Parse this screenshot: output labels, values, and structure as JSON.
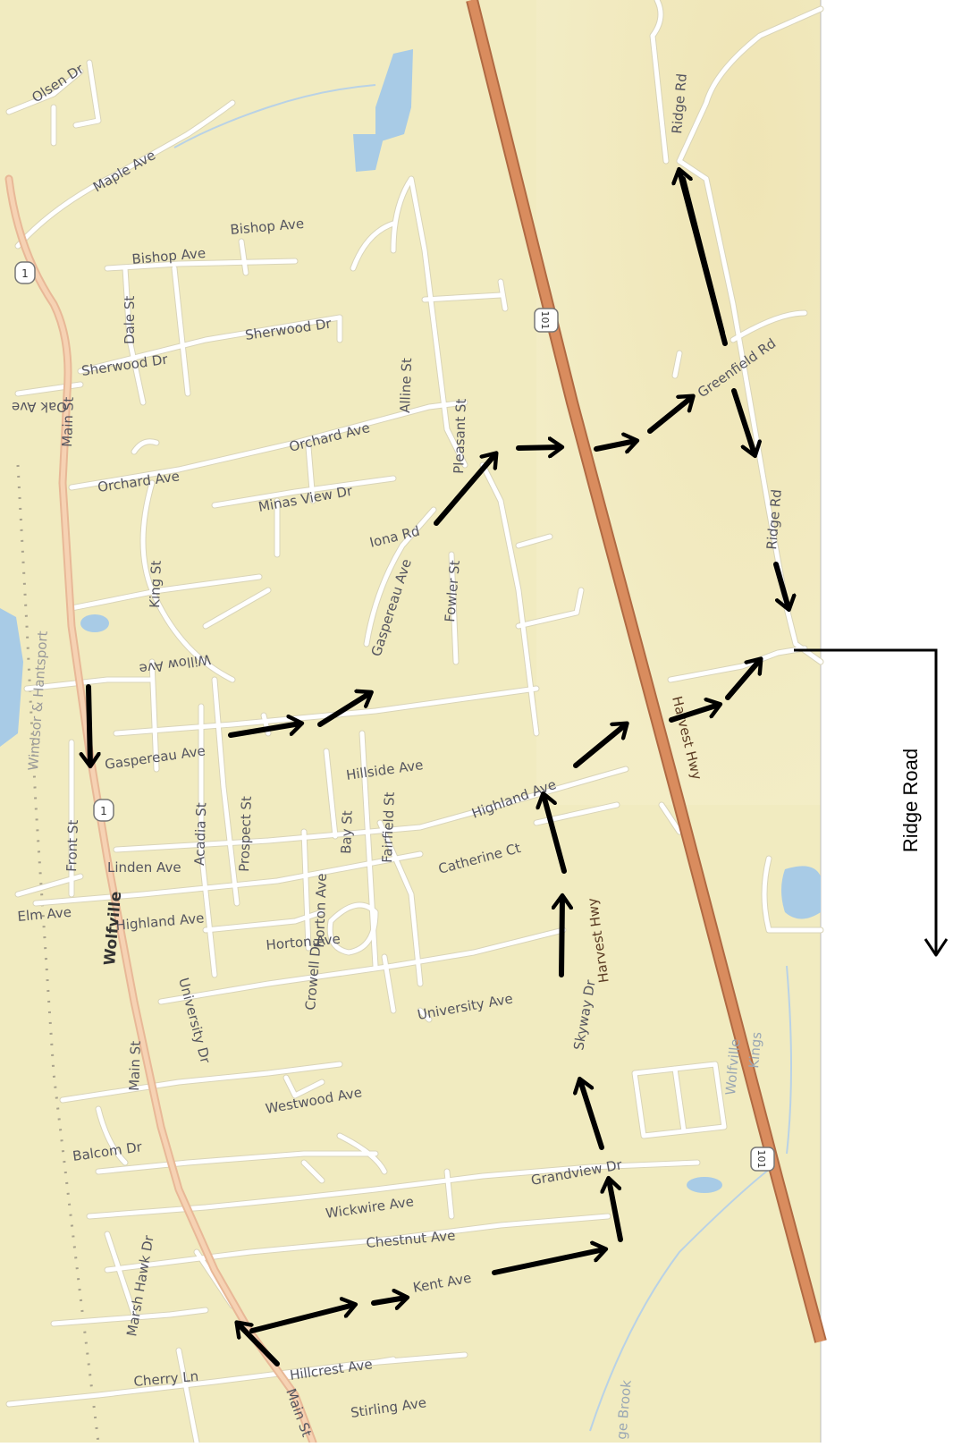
{
  "map": {
    "town": "Wolfville",
    "highways": {
      "main": "Harvest Hwy",
      "shield_101": "101",
      "shield_1": "1"
    },
    "streets": {
      "olsen": "Olsen Dr",
      "maple": "Maple Ave",
      "bishop1": "Bishop Ave",
      "bishop2": "Bishop Ave",
      "dale": "Dale St",
      "sherwood1": "Sherwood Dr",
      "sherwood2": "Sherwood Dr",
      "oak": "Oak Ave",
      "main1": "Main St",
      "main2": "Main St",
      "main3": "Main St",
      "orchard1": "Orchard Ave",
      "orchard2": "Orchard Ave",
      "minas": "Minas View Dr",
      "alline": "Alline St",
      "pleasant": "Pleasant St",
      "iona": "Iona Rd",
      "king": "King St",
      "gaspereau1": "Gaspereau Ave",
      "gaspereau2": "Gaspereau Ave",
      "fowler": "Fowler St",
      "willow": "Willow Ave",
      "windsor": "Windsor & Hantsport",
      "hillside": "Hillside Ave",
      "front": "Front St",
      "linden": "Linden Ave",
      "acadia": "Acadia St",
      "prospect": "Prospect St",
      "bay": "Bay St",
      "fairfield": "Fairfield St",
      "highland1": "Highland Ave",
      "highland2": "Highland Ave",
      "catherine": "Catherine Ct",
      "elm": "Elm Ave",
      "horton": "Horton Ave",
      "crowell": "Crowell Dr",
      "university_dr": "University Dr",
      "university_ave": "University Ave",
      "skyway": "Skyway Dr",
      "westwood": "Westwood Ave",
      "balcom": "Balcom Dr",
      "grandview": "Grandview Dr",
      "wickwire": "Wickwire Ave",
      "chestnut": "Chestnut Ave",
      "marsh": "Marsh Hawk Dr",
      "kent": "Kent Ave",
      "cherry": "Cherry Ln",
      "hillcrest": "Hillcrest Ave",
      "stirling": "Stirling Ave",
      "ridge1": "Ridge Rd",
      "ridge2": "Ridge Rd",
      "greenfield": "Greenfield Rd",
      "wolfville_kings": "Wolfville",
      "kings": "Kings",
      "brook": "ge Brook"
    }
  },
  "annotation": {
    "side_label": "Ridge Road"
  },
  "colors": {
    "land": "#f1ebc0",
    "water": "#a8cbe6",
    "highway_fill": "#d98c5e",
    "main_st": "#f4c9a6",
    "route": "#000000"
  }
}
